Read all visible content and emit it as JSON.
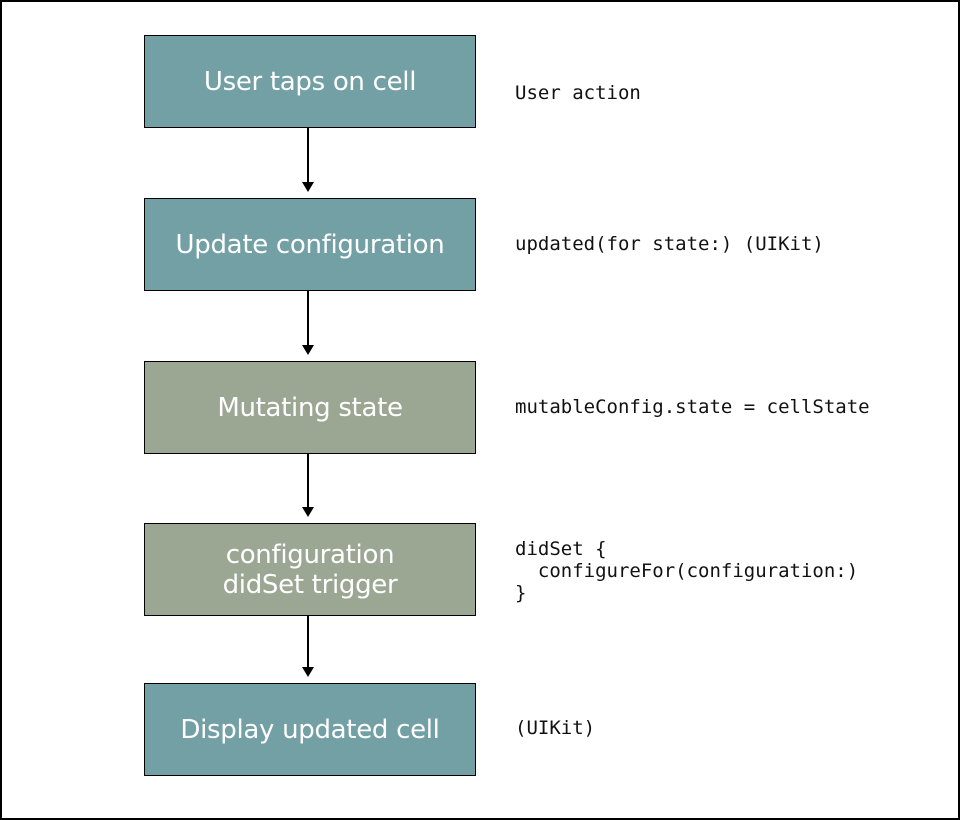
{
  "steps": [
    {
      "label": "User taps on cell",
      "fill": "#72a0a5",
      "note": "User action"
    },
    {
      "label": "Update configuration",
      "fill": "#72a0a5",
      "note": "updated(for state:) (UIKit)"
    },
    {
      "label": "Mutating state",
      "fill": "#9ba693",
      "note": "mutableConfig.state = cellState"
    },
    {
      "label": "configuration\ndidSet trigger",
      "fill": "#9ba693",
      "note": "didSet {\n  configureFor(configuration:)\n}"
    },
    {
      "label": "Display updated cell",
      "fill": "#72a0a5",
      "note": "(UIKit)"
    }
  ],
  "connectors": [
    {
      "from": "User taps on cell",
      "to": "Update configuration"
    },
    {
      "from": "Update configuration",
      "to": "Mutating state"
    },
    {
      "from": "Mutating state",
      "to": "configuration\ndidSet trigger"
    },
    {
      "from": "configuration\ndidSet trigger",
      "to": "Display updated cell"
    }
  ]
}
